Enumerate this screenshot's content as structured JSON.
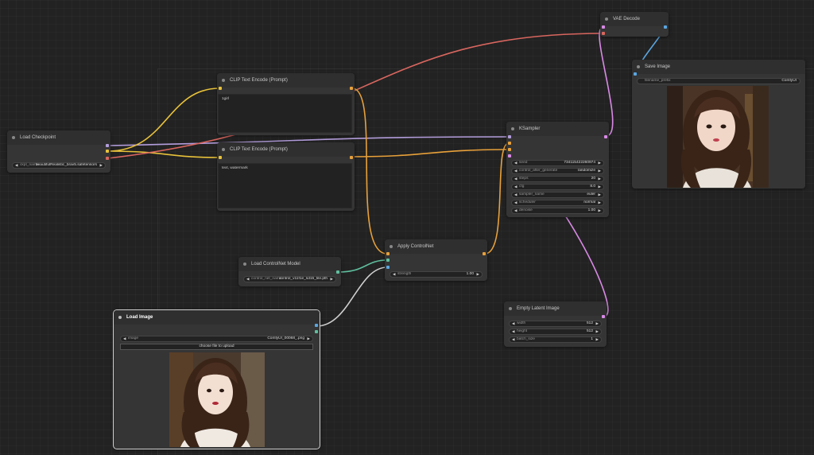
{
  "nodes": {
    "vae_decode": {
      "title": "VAE Decode"
    },
    "save_image": {
      "title": "Save Image",
      "filename_prefix_label": "filename_prefix",
      "filename_prefix_value": "ComfyUI"
    },
    "clip_pos": {
      "title": "CLIP Text Encode (Prompt)",
      "text": "1girl"
    },
    "clip_neg": {
      "title": "CLIP Text Encode (Prompt)",
      "text": "text, watermark"
    },
    "load_checkpoint": {
      "title": "Load Checkpoint",
      "ckpt_label": "ckpt_name",
      "ckpt_value": "beautifulRealistic_brav5.safetensors"
    },
    "ksampler": {
      "title": "KSampler",
      "widgets": [
        {
          "label": "seed",
          "value": "734115422260974"
        },
        {
          "label": "control_after_generate",
          "value": "randomize"
        },
        {
          "label": "steps",
          "value": "20"
        },
        {
          "label": "cfg",
          "value": "8.0"
        },
        {
          "label": "sampler_name",
          "value": "euler"
        },
        {
          "label": "scheduler",
          "value": "normal"
        },
        {
          "label": "denoise",
          "value": "1.00"
        }
      ]
    },
    "apply_controlnet": {
      "title": "Apply ControlNet",
      "strength_label": "strength",
      "strength_value": "1.00"
    },
    "load_controlnet": {
      "title": "Load ControlNet Model",
      "name_label": "control_net_name",
      "name_value": "control_v11f1e_sd15_tile.pth"
    },
    "load_image": {
      "title": "Load Image",
      "image_label": "image",
      "image_value": "ComfyUI_00068_.png",
      "upload_label": "choose file to upload"
    },
    "empty_latent": {
      "title": "Empty Latent Image",
      "widgets": [
        {
          "label": "width",
          "value": "512"
        },
        {
          "label": "height",
          "value": "512"
        },
        {
          "label": "batch_size",
          "value": "1"
        }
      ]
    }
  },
  "colors": {
    "canvas_bg": "#222222",
    "node_bg": "#353535",
    "link_model": "#b39ddb",
    "link_clip": "#f1c232",
    "link_vae": "#e06666",
    "link_conditioning": "#f6a33a",
    "link_latent": "#e98df0",
    "link_image": "#64b5f6",
    "link_controlnet": "#5fbf9f",
    "link_image_white": "#cccccc"
  }
}
